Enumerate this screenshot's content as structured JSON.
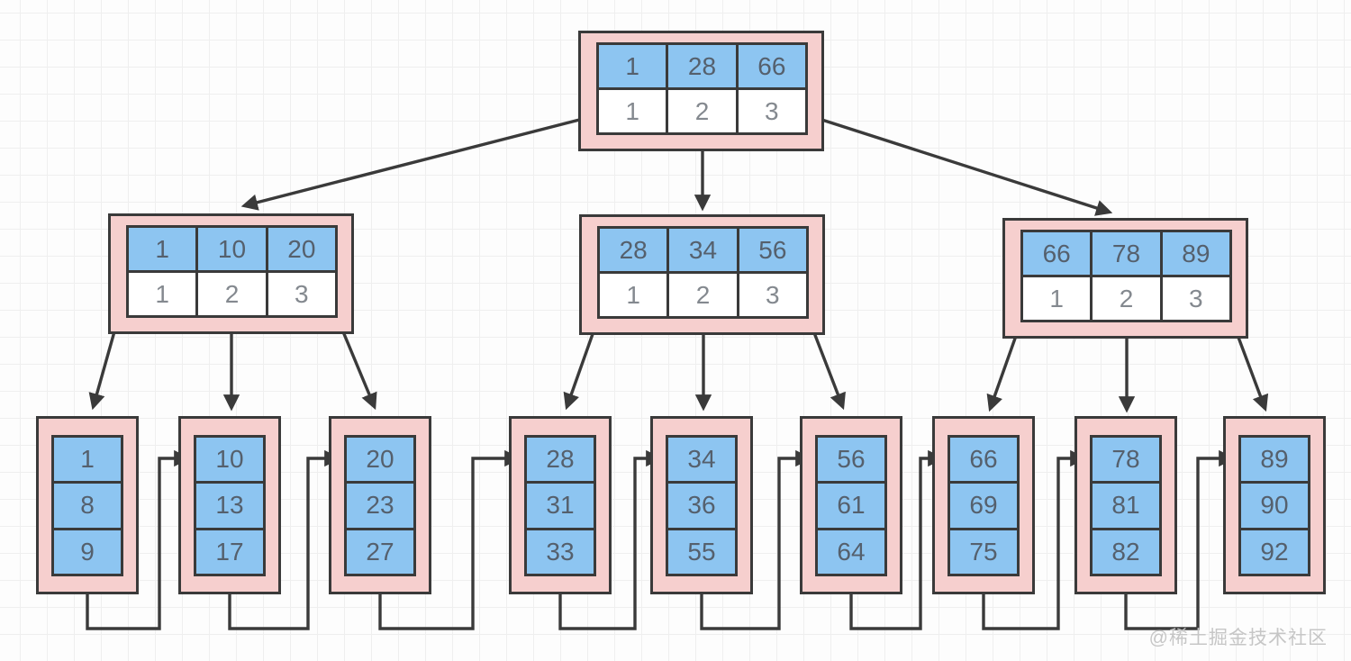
{
  "diagram": {
    "kind": "b-plus-tree",
    "watermark": "@稀土掘金技术社区"
  },
  "colors": {
    "node_fill": "#F6CFCE",
    "key_cell_fill": "#8DC5F1",
    "pointer_cell_fill": "#FFFFFF",
    "outline": "#3A3A3A",
    "key_text": "#55606D",
    "pointer_text": "#84898F",
    "canvas_bg": "#FDFDFD",
    "grid_line": "#EFEFEF",
    "watermark_color": "#C6C6C6"
  },
  "tree": {
    "root": {
      "keys": [
        1,
        28,
        66
      ],
      "pointers": [
        1,
        2,
        3
      ]
    },
    "internal": [
      {
        "keys": [
          1,
          10,
          20
        ],
        "pointers": [
          1,
          2,
          3
        ]
      },
      {
        "keys": [
          28,
          34,
          56
        ],
        "pointers": [
          1,
          2,
          3
        ]
      },
      {
        "keys": [
          66,
          78,
          89
        ],
        "pointers": [
          1,
          2,
          3
        ]
      }
    ],
    "leaves": [
      {
        "values": [
          1,
          8,
          9
        ]
      },
      {
        "values": [
          10,
          13,
          17
        ]
      },
      {
        "values": [
          20,
          23,
          27
        ]
      },
      {
        "values": [
          28,
          31,
          33
        ]
      },
      {
        "values": [
          34,
          36,
          55
        ]
      },
      {
        "values": [
          56,
          61,
          64
        ]
      },
      {
        "values": [
          66,
          69,
          75
        ]
      },
      {
        "values": [
          78,
          81,
          82
        ]
      },
      {
        "values": [
          89,
          90,
          92
        ]
      }
    ]
  }
}
